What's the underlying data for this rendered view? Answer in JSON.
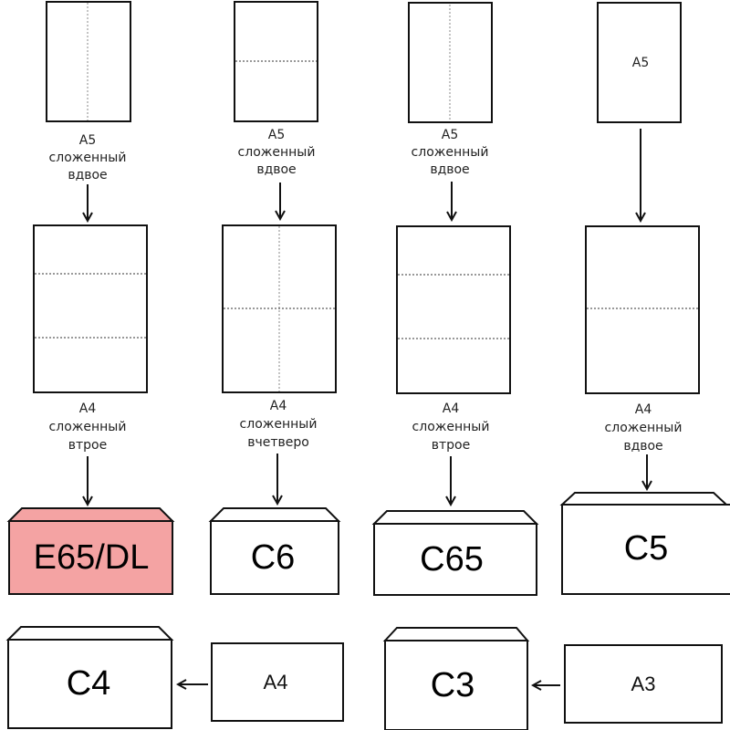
{
  "columns": [
    {
      "top_sheet": {
        "label_lines": [
          "A5",
          "сложенный",
          "вдвое"
        ],
        "fold": "vertical"
      },
      "middle_sheet": {
        "label_lines": [
          "A4",
          "сложенный",
          "втрое"
        ],
        "fold": "trifold-horizontal"
      },
      "envelope": {
        "label": "E65/DL",
        "highlighted": true
      }
    },
    {
      "top_sheet": {
        "label_lines": [
          "A5",
          "сложенный",
          "вдвое"
        ],
        "fold": "horizontal"
      },
      "middle_sheet": {
        "label_lines": [
          "A4",
          "сложенный",
          "вчетверо"
        ],
        "fold": "quarter"
      },
      "envelope": {
        "label": "C6",
        "highlighted": false
      }
    },
    {
      "top_sheet": {
        "label_lines": [
          "A5",
          "сложенный",
          "вдвое"
        ],
        "fold": "vertical"
      },
      "middle_sheet": {
        "label_lines": [
          "A4",
          "сложенный",
          "втрое"
        ],
        "fold": "trifold-horizontal"
      },
      "envelope": {
        "label": "C65",
        "highlighted": false
      }
    },
    {
      "top_sheet": {
        "inner_label": "A5",
        "fold": "none"
      },
      "middle_sheet": {
        "label_lines": [
          "A4",
          "сложенный",
          "вдвое"
        ],
        "fold": "half-horizontal"
      },
      "envelope": {
        "label": "C5",
        "highlighted": false
      }
    }
  ],
  "bottom_row": [
    {
      "envelope": "C4",
      "sheet": "A4"
    },
    {
      "envelope": "C3",
      "sheet": "A3"
    }
  ],
  "colors": {
    "highlight_fill": "#f4a3a3",
    "stroke": "#111111",
    "background": "#ffffff"
  }
}
